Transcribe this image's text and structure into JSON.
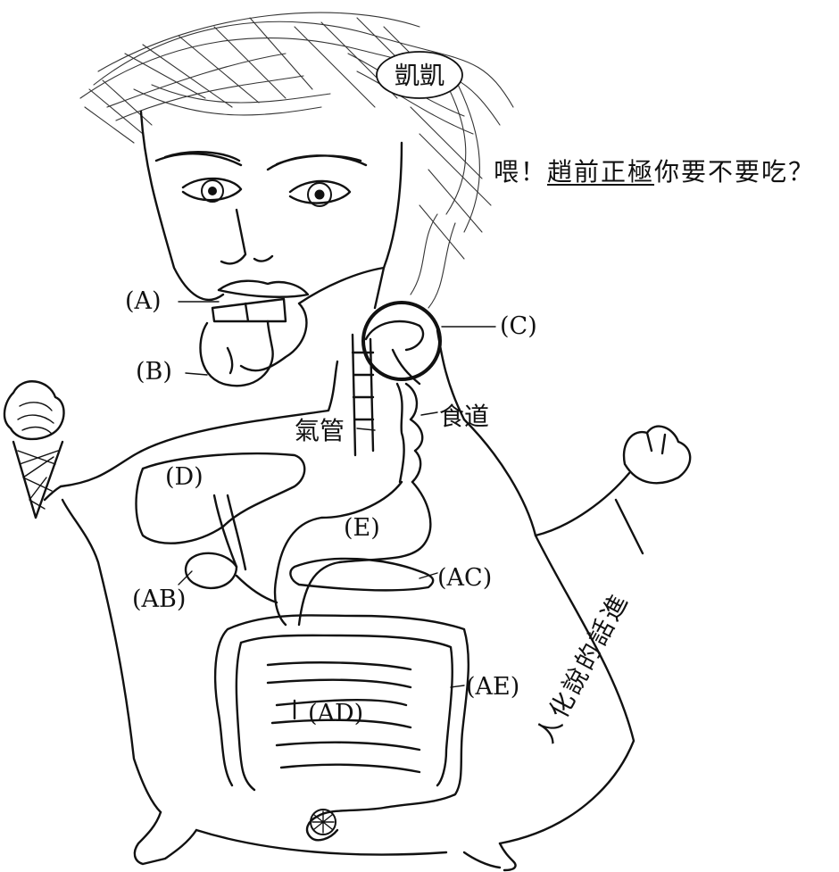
{
  "name_tag": "凱凱",
  "speech": {
    "prefix": "喂！",
    "name": "趙前正極",
    "suffix": "你要不要吃？"
  },
  "labels": {
    "A": "(A)",
    "B": "(B)",
    "C": "(C)",
    "D": "(D)",
    "E": "(E)",
    "AB": "(AB)",
    "AC": "(AC)",
    "AD": "(AD)",
    "AE": "(AE)",
    "trachea": "氣管",
    "esophagus": "食道"
  },
  "signature": "人化說的話進"
}
